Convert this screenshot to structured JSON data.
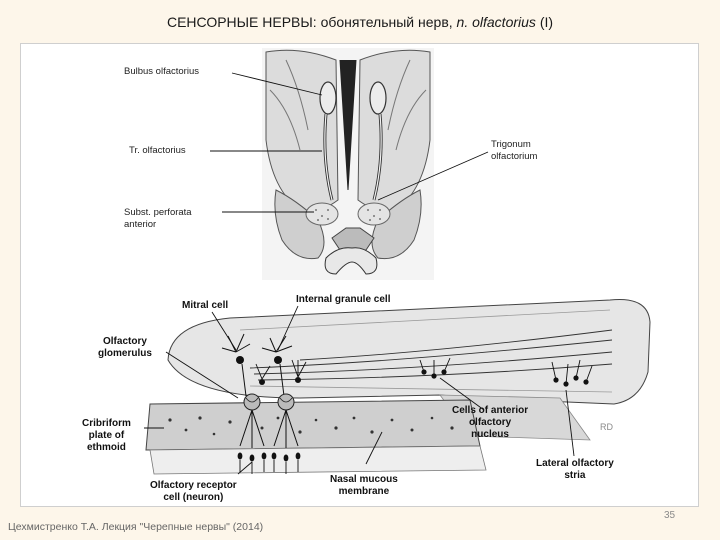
{
  "title": {
    "main": "СЕНСОРНЫЕ НЕРВЫ: обонятельный нерв,",
    "latin": "n. olfactorius",
    "numeral": "(I)"
  },
  "top_figure": {
    "labels": {
      "bulbus": "Bulbus olfactorius",
      "tractus": "Tr. olfactorius",
      "trigonum_1": "Trigonum",
      "trigonum_2": "olfactorium",
      "subst_1": "Subst. perforata",
      "subst_2": "anterior"
    }
  },
  "bottom_figure": {
    "labels": {
      "mitral": "Mitral cell",
      "granule": "Internal granule cell",
      "glomerulus_1": "Olfactory",
      "glomerulus_2": "glomerulus",
      "cribriform_1": "Cribriform",
      "cribriform_2": "plate of",
      "cribriform_3": "ethmoid",
      "receptor_1": "Olfactory receptor",
      "receptor_2": "cell (neuron)",
      "mucous_1": "Nasal mucous",
      "mucous_2": "membrane",
      "anterior_1": "Cells of anterior",
      "anterior_2": "olfactory",
      "anterior_3": "nucleus",
      "stria_1": "Lateral olfactory",
      "stria_2": "stria",
      "signature": "RD"
    }
  },
  "footer": "Цехмистренко Т.А. Лекция \"Черепные нервы\" (2014)",
  "page_number": "35"
}
